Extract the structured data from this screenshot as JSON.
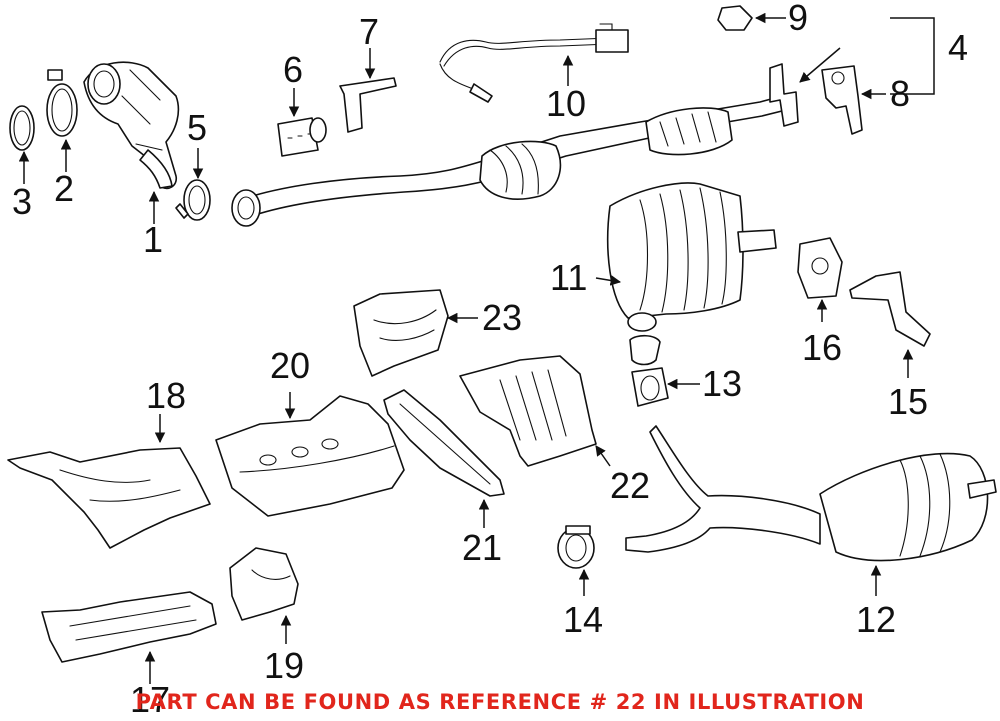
{
  "callouts": [
    {
      "id": "1",
      "label": "1"
    },
    {
      "id": "2",
      "label": "2"
    },
    {
      "id": "3",
      "label": "3"
    },
    {
      "id": "4",
      "label": "4"
    },
    {
      "id": "5",
      "label": "5"
    },
    {
      "id": "6",
      "label": "6"
    },
    {
      "id": "7",
      "label": "7"
    },
    {
      "id": "8",
      "label": "8"
    },
    {
      "id": "9",
      "label": "9"
    },
    {
      "id": "10",
      "label": "10"
    },
    {
      "id": "11",
      "label": "11"
    },
    {
      "id": "12",
      "label": "12"
    },
    {
      "id": "13",
      "label": "13"
    },
    {
      "id": "14",
      "label": "14"
    },
    {
      "id": "15",
      "label": "15"
    },
    {
      "id": "16",
      "label": "16"
    },
    {
      "id": "17",
      "label": "17"
    },
    {
      "id": "18",
      "label": "18"
    },
    {
      "id": "19",
      "label": "19"
    },
    {
      "id": "20",
      "label": "20"
    },
    {
      "id": "21",
      "label": "21"
    },
    {
      "id": "22",
      "label": "22"
    },
    {
      "id": "23",
      "label": "23"
    }
  ],
  "note": {
    "text": "PART CAN BE FOUND AS REFERENCE # 22 IN ILLUSTRATION",
    "color": "#e1261c"
  }
}
